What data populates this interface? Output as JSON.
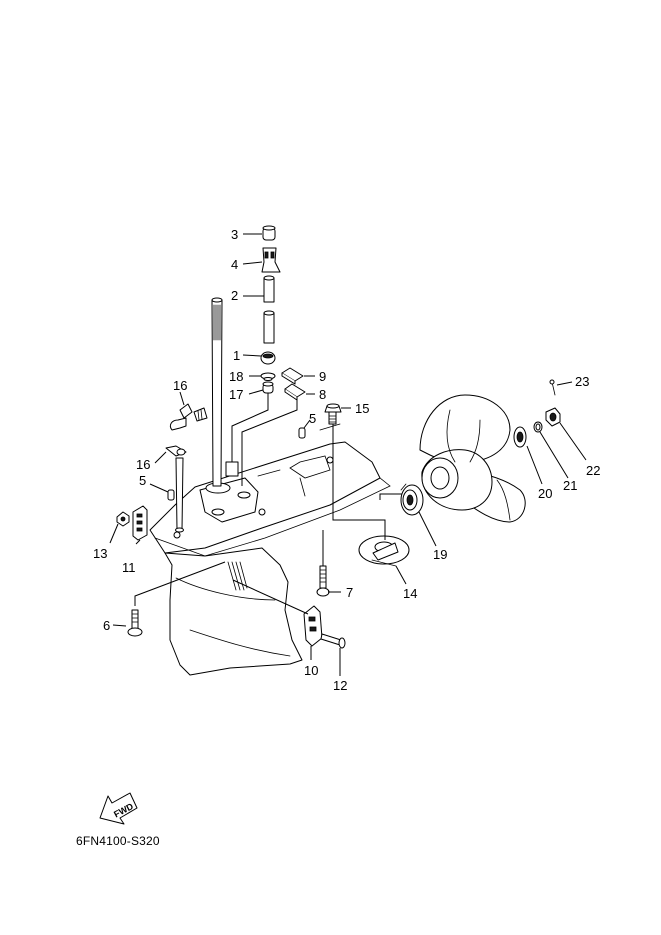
{
  "diagram_code": "6FN4100-S320",
  "fwd_label": "FWD",
  "callouts": [
    "1",
    "2",
    "3",
    "4",
    "5",
    "6",
    "7",
    "8",
    "9",
    "10",
    "11",
    "12",
    "13",
    "14",
    "15",
    "16",
    "17",
    "18",
    "19",
    "20",
    "21",
    "22",
    "23"
  ]
}
